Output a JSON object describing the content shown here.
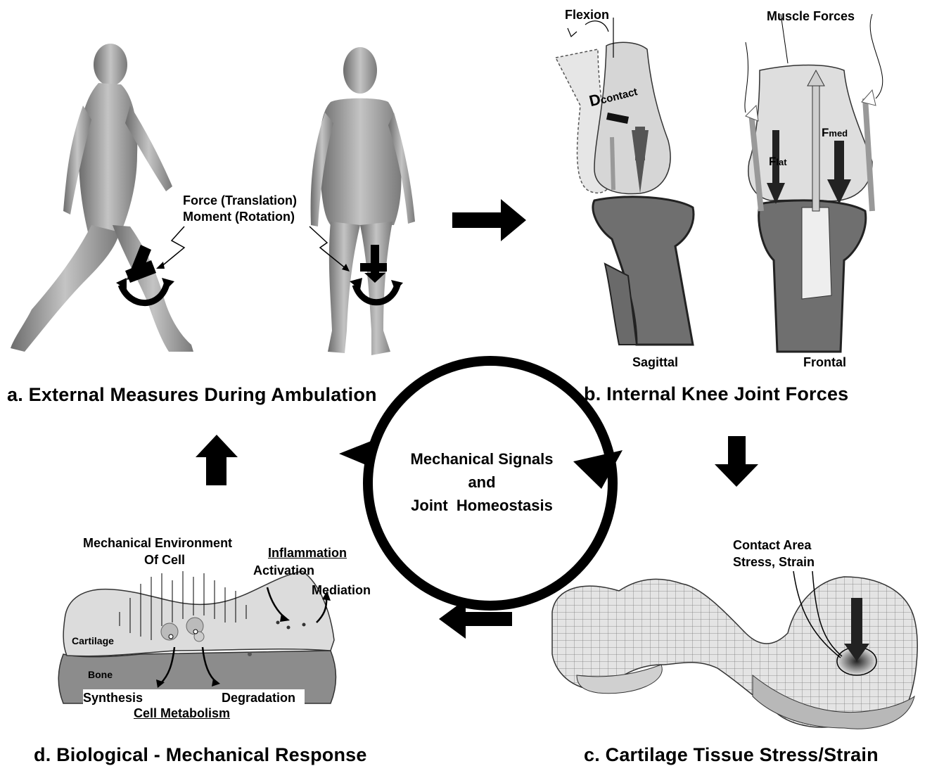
{
  "panel_a": {
    "caption": "a. External Measures During Ambulation",
    "force_label": "Force (Translation)",
    "moment_label": "Moment (Rotation)"
  },
  "panel_b": {
    "caption": "b. Internal Knee Joint Forces",
    "flexion": "Flexion",
    "muscle_forces": "Muscle Forces",
    "d_contact_main": "D",
    "d_contact_sub": "contact",
    "f_lat_main": "F",
    "f_lat_sub": "lat",
    "f_med_main": "F",
    "f_med_sub": "med",
    "sagittal": "Sagittal",
    "frontal": "Frontal"
  },
  "panel_c": {
    "caption": "c. Cartilage Tissue Stress/Strain",
    "contact_line1": "Contact Area",
    "contact_line2": "Stress, Strain"
  },
  "panel_d": {
    "caption": "d. Biological - Mechanical Response",
    "mech_env_line1": "Mechanical Environment",
    "mech_env_line2": "Of Cell",
    "inflammation": "Inflammation",
    "activation": "Activation",
    "mediation": "Mediation",
    "cartilage": "Cartilage",
    "bone": "Bone",
    "synthesis": "Synthesis",
    "degradation": "Degradation",
    "cell_metabolism": "Cell Metabolism"
  },
  "center": {
    "line1": "Mechanical Signals",
    "line2": "and",
    "line3": "Joint  Homeostasis"
  },
  "colors": {
    "arrow": "#000000",
    "bone_dark": "#6f6f6f",
    "bone_light": "#d9d9d9",
    "body_grey": "#9a9a9a"
  }
}
